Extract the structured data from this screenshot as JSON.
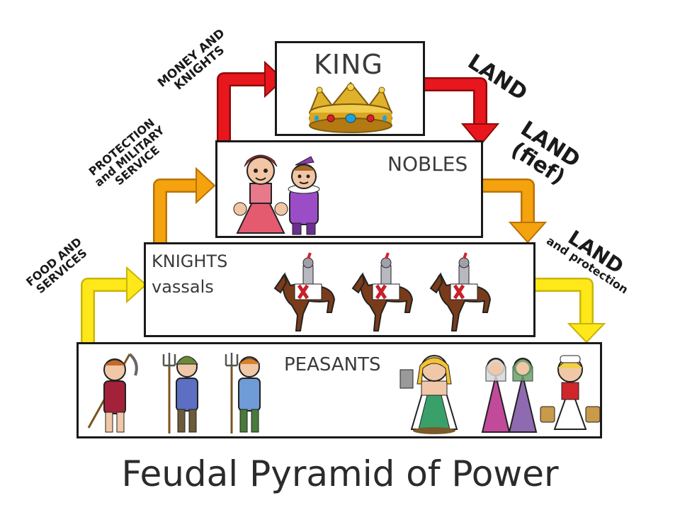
{
  "title": "Feudal Pyramid of Power",
  "tiers": {
    "king": "KING",
    "nobles": "NOBLES",
    "knights_line1": "KNIGHTS",
    "knights_line2": "vassals",
    "peasants": "PEASANTS"
  },
  "flows": {
    "money_knights": {
      "line1": "MONEY AND",
      "line2": "KNIGHTS"
    },
    "protection_service": {
      "line1": "PROTECTION",
      "line2": "and MILITARY",
      "line3": "SERVICE"
    },
    "food_services": {
      "line1": "FOOD AND",
      "line2": "SERVICES"
    },
    "land_king": {
      "line1": "LAND"
    },
    "land_fief": {
      "line1": "LAND",
      "line2": "(fief)"
    },
    "land_protection": {
      "line1": "LAND",
      "line2": "and protection"
    }
  },
  "colors": {
    "tier_border": "#1a1a1a",
    "arrow_king": "#e8171d",
    "arrow_nobles": "#f5a20f",
    "arrow_knights": "#ffe81a",
    "crown_gold": "#d9a521",
    "text_dark": "#1a1a1a"
  }
}
